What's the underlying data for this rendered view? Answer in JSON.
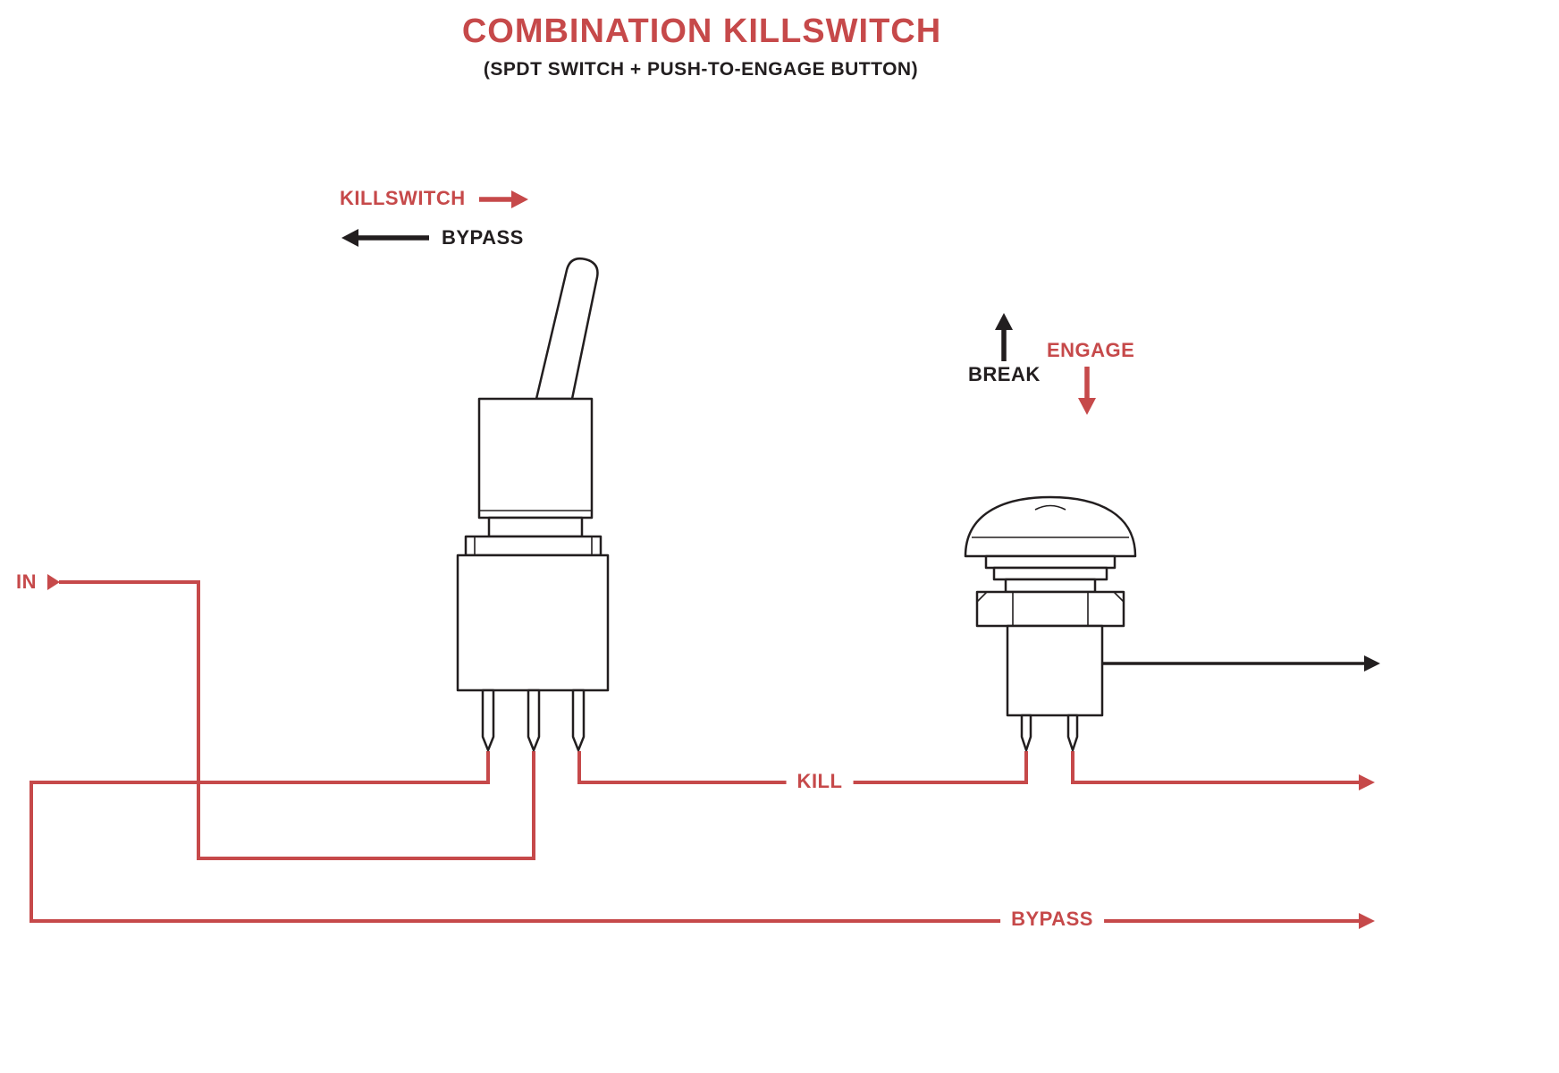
{
  "title": "COMBINATION KILLSWITCH",
  "subtitle": "(SPDT SWITCH + PUSH-TO-ENGAGE BUTTON)",
  "labels": {
    "killswitch": "KILLSWITCH",
    "bypass_top": "BYPASS",
    "break": "BREAK",
    "engage": "ENGAGE",
    "in": "IN",
    "kill": "KILL",
    "bypass_bottom": "BYPASS"
  },
  "colors": {
    "red": "#c6494a",
    "ink": "#221e1f"
  }
}
